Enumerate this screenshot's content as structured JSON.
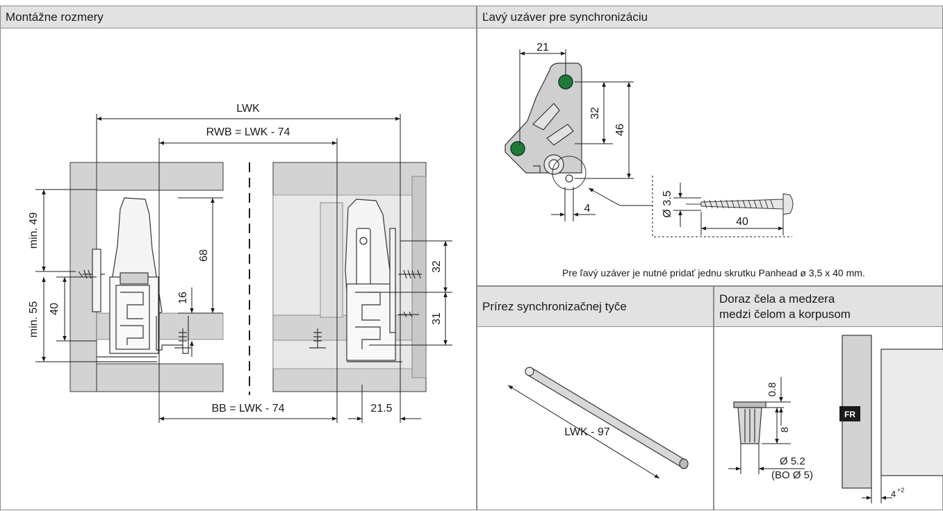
{
  "panels": {
    "mounting": {
      "title": "Montážne rozmery"
    },
    "left_lock": {
      "title": "Ľavý uzáver pre synchronizáciu"
    },
    "rod_cut": {
      "title": "Prírez synchronizačnej tyče"
    },
    "front_stop": {
      "title_line1": "Doraz čela a medzera",
      "title_line2": "medzi čelom a korpusom"
    }
  },
  "mounting_dims": {
    "lwk": "LWK",
    "rwb": "RWB = LWK - 74",
    "bb": "BB = LWK - 74",
    "min49": "min. 49",
    "min55": "min. 55",
    "d40": "40",
    "d68": "68",
    "d16": "16",
    "d32": "32",
    "d31": "31",
    "d21_5": "21.5"
  },
  "lock_dims": {
    "d21": "21",
    "d32": "32",
    "d46": "46",
    "d4": "4",
    "dia35": "Ø 3.5",
    "d40": "40",
    "note": "Pre ľavý uzáver je nutné pridať jednu skrutku Panhead ø 3,5 x 40 mm."
  },
  "rod_dims": {
    "length": "LWK - 97"
  },
  "stop_dims": {
    "d08": "0.8",
    "d8": "8",
    "dia52": "Ø 5.2",
    "bo": "(BO Ø 5)",
    "fr": "FR",
    "gap": "4",
    "gap_tol": "+2"
  },
  "colors": {
    "header_bg": "#e2e2e2",
    "panel_gray": "#d3d3d3",
    "green_dot": "#1f7a3a",
    "line": "#1a1a1a"
  }
}
